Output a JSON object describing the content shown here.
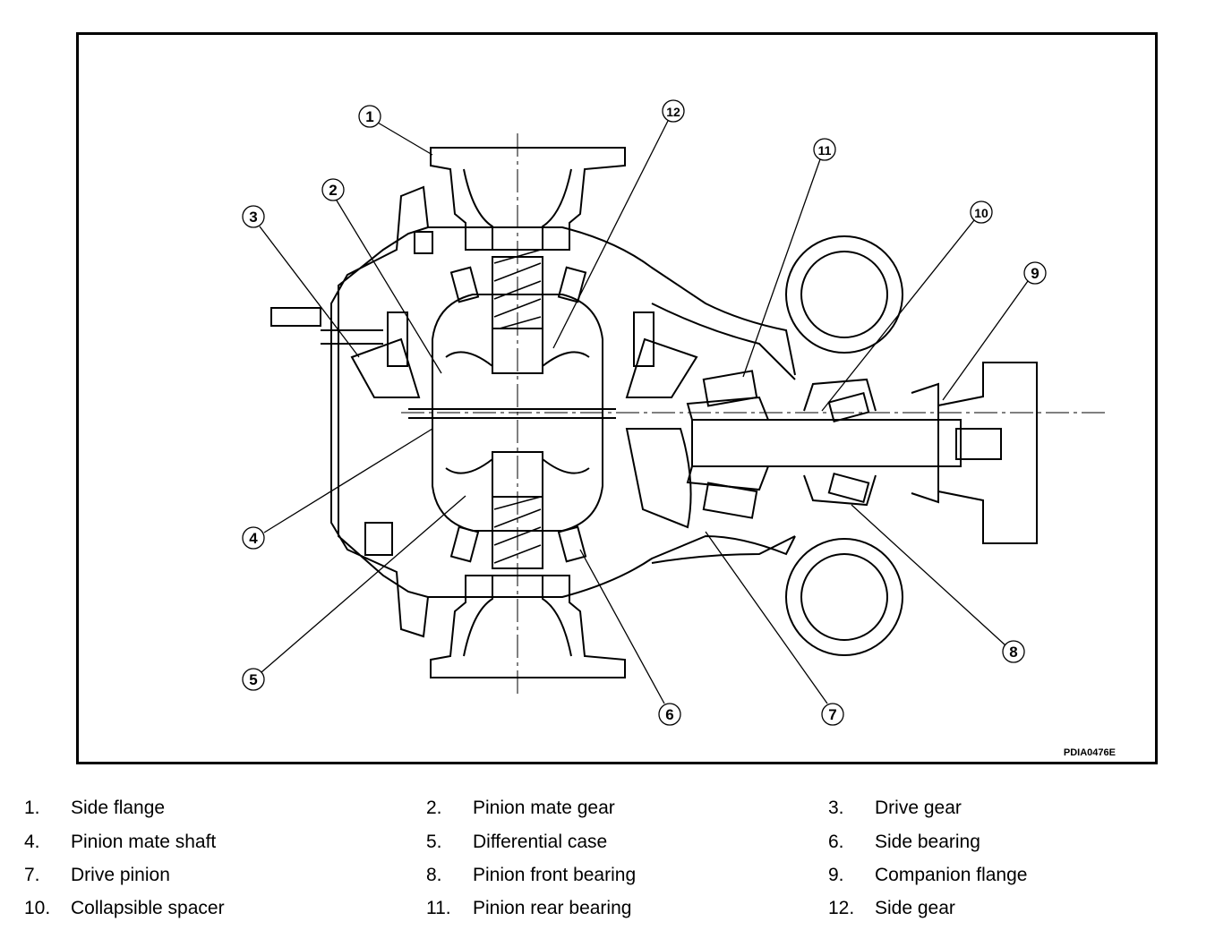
{
  "figure": {
    "code": "PDIA0476E",
    "callouts": [
      "1",
      "2",
      "3",
      "4",
      "5",
      "6",
      "7",
      "8",
      "9",
      "10",
      "11",
      "12"
    ]
  },
  "legend": [
    {
      "num": "1.",
      "label": "Side flange"
    },
    {
      "num": "2.",
      "label": "Pinion mate gear"
    },
    {
      "num": "3.",
      "label": "Drive gear"
    },
    {
      "num": "4.",
      "label": "Pinion mate shaft"
    },
    {
      "num": "5.",
      "label": "Differential case"
    },
    {
      "num": "6.",
      "label": "Side bearing"
    },
    {
      "num": "7.",
      "label": "Drive pinion"
    },
    {
      "num": "8.",
      "label": "Pinion front bearing"
    },
    {
      "num": "9.",
      "label": "Companion flange"
    },
    {
      "num": "10.",
      "label": "Collapsible spacer"
    },
    {
      "num": "11.",
      "label": "Pinion rear bearing"
    },
    {
      "num": "12.",
      "label": "Side gear"
    }
  ]
}
